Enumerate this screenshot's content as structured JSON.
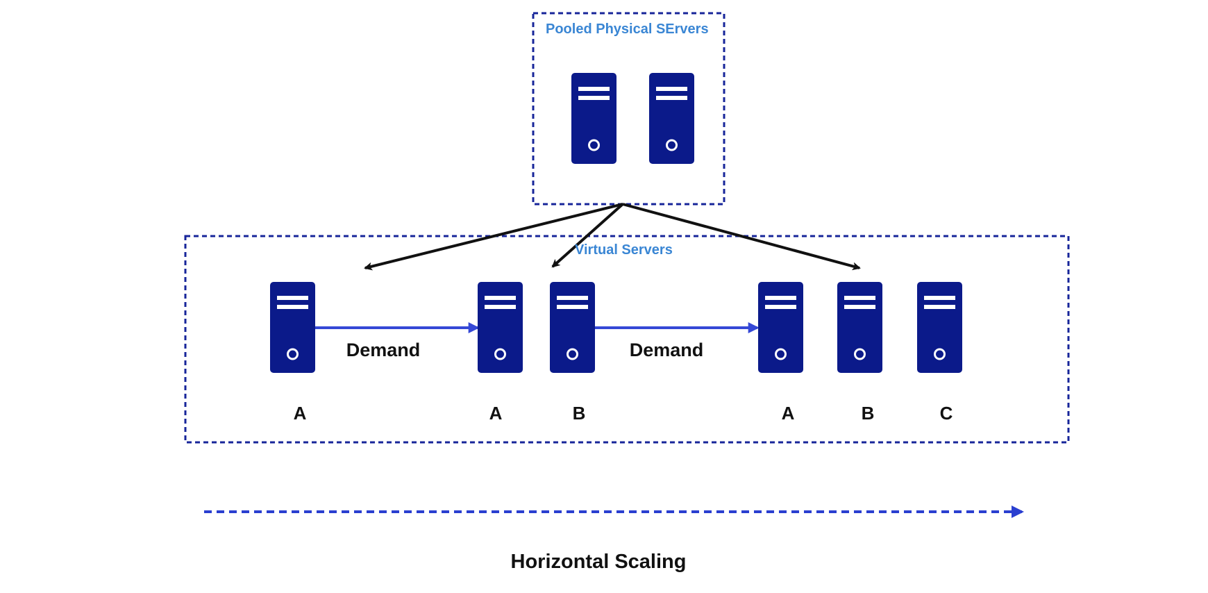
{
  "colors": {
    "server_fill": "#0b1a8a",
    "server_detail": "#ffffff",
    "box_border": "#17259a",
    "box_title": "#3a86d4",
    "demand_arrow": "#3548d6",
    "allocation_arrow": "#111111",
    "scaling_arrow": "#2a3fd0"
  },
  "icons": {
    "server": "server-icon"
  },
  "pool": {
    "title": "Pooled Physical SErvers",
    "server_count": 2
  },
  "virtual": {
    "title": "Virtual Servers",
    "groups": [
      {
        "servers": [
          "A"
        ]
      },
      {
        "servers": [
          "A",
          "B"
        ]
      },
      {
        "servers": [
          "A",
          "B",
          "C"
        ]
      }
    ],
    "demand_labels": [
      "Demand",
      "Demand"
    ]
  },
  "footer": {
    "title": "Horizontal Scaling"
  }
}
